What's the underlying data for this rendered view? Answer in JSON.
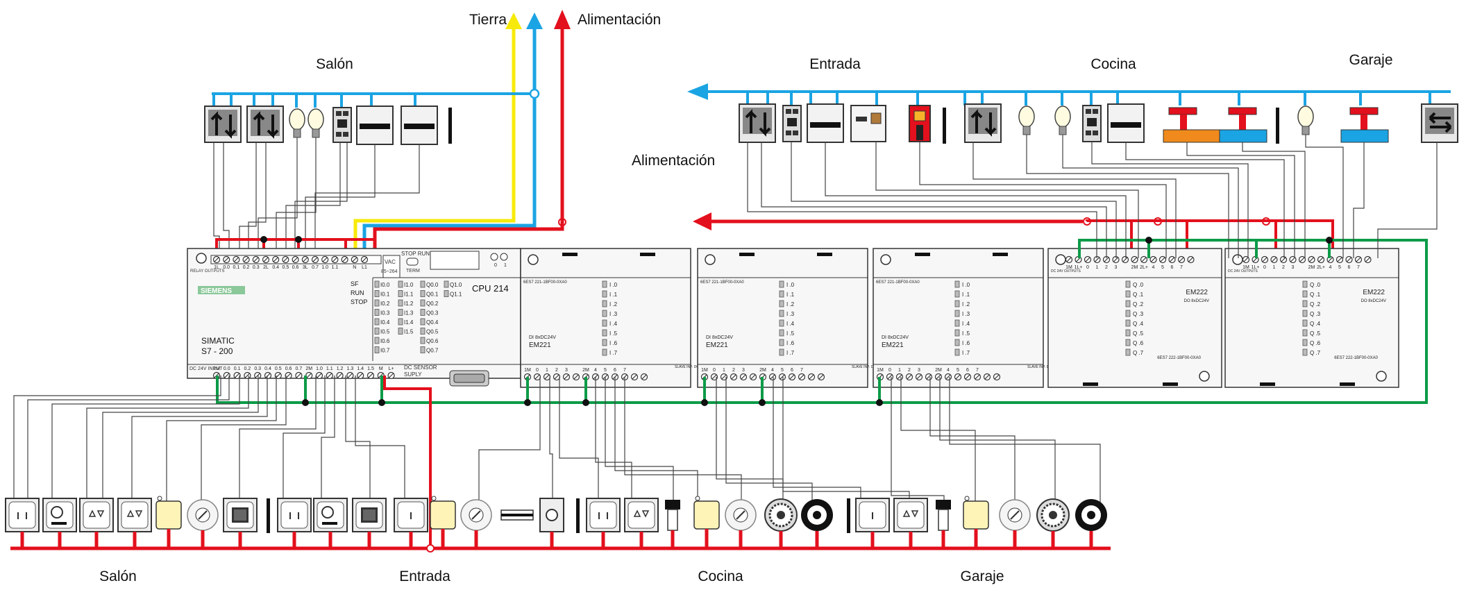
{
  "supply": {
    "tierra": "Tierra",
    "alimentacion_top": "Alimentación",
    "alimentacion_right": "Alimentación"
  },
  "zones_top": {
    "salon": "Salón",
    "entrada": "Entrada",
    "cocina": "Cocina",
    "garaje": "Garaje"
  },
  "zones_bottom": {
    "salon": "Salón",
    "entrada": "Entrada",
    "cocina": "Cocina",
    "garaje": "Garaje"
  },
  "cpu": {
    "brand": "SIEMENS",
    "model_line1": "SIMATIC",
    "model_line2": "S7 - 200",
    "name": "CPU  214",
    "relay_outputs": "RELAY OUTPUTS",
    "vac": "VAC",
    "vac_range": "85~264",
    "stop_run": "STOP RUN",
    "term": "TERM",
    "sf": "SF",
    "run": "RUN",
    "stop": "STOP",
    "dc24v_input": "DC 24V INPUT",
    "dc_sensor": "DC SENSOR",
    "supply": "SUPLY",
    "top_terminals": [
      "1L",
      "0.0",
      "0.1",
      "0.2",
      "0.3",
      "2L",
      "0.4",
      "0.5",
      "0.6",
      "3L",
      "0.7",
      "1.0",
      "1.1",
      "",
      "N",
      "L1"
    ],
    "bottom_terminals": [
      "1M",
      "0.0",
      "0.1",
      "0.2",
      "0.3",
      "0.4",
      "0.5",
      "0.6",
      "0.7",
      "2M",
      "1.0",
      "1.1",
      "1.2",
      "1.3",
      "1.4",
      "1.5",
      "M",
      "L+"
    ],
    "inputs_a": [
      "I0.0",
      "I0.1",
      "I0.2",
      "I0.3",
      "I0.4",
      "I0.5",
      "I0.6",
      "I0.7"
    ],
    "inputs_b": [
      "I1.0",
      "I1.1",
      "I1.2",
      "I1.3",
      "I1.4",
      "I1.5"
    ],
    "outputs_a": [
      "Q0.0",
      "Q0.1",
      "Q0.2",
      "Q0.3",
      "Q0.4",
      "Q0.5",
      "Q0.6",
      "Q0.7"
    ],
    "outputs_b": [
      "Q1.0",
      "Q1.1"
    ],
    "pot": [
      "0",
      "1"
    ]
  },
  "em221": {
    "order": "6ES7  221-1BF00-0XA0",
    "type": "DI 8xDC24V",
    "name": "EM221",
    "labels": [
      "I .0",
      "I .1",
      "I .2",
      "I .3",
      "I .4",
      "I .5",
      "I .6",
      "I .7"
    ],
    "terminals": [
      "1M",
      "0",
      "1",
      "2",
      "3",
      "",
      "2M",
      "4",
      "5",
      "6",
      "7",
      "",
      ""
    ],
    "corner": "SLAVE  INP. DC"
  },
  "em222": {
    "order": "6ES7  222-1BF00-0XA0",
    "type": "DO 8xDC24V",
    "name": "EM222",
    "labels": [
      "Q .0",
      "Q .1",
      "Q .2",
      "Q .3",
      "Q .4",
      "Q .5",
      "Q .6",
      "Q .7"
    ],
    "terminals": [
      "1M",
      "1L+",
      "0",
      "1",
      "2",
      "3",
      "",
      "2M",
      "2L+",
      "4",
      "5",
      "6",
      "7",
      ""
    ],
    "corner": "DC 24V OUTPUTS"
  },
  "colors": {
    "earth": "#f7ea0a",
    "neutral": "#1ba4e3",
    "live": "#e3101d",
    "bus": "#0d9b48",
    "wire": "#444444",
    "device_fill": "#f4f4f4",
    "switch_fill": "#fff4b8",
    "valve_red": "#e3101d",
    "valve_orange": "#f08a1c",
    "valve_blue": "#1ba4e3"
  },
  "icons": [
    "blind-motor-icon",
    "lamp-icon",
    "contactor-icon",
    "heater-icon",
    "alarm-siren-icon",
    "valve-icon",
    "limit-switch-icon",
    "thermostat-icon",
    "dimmer-icon",
    "presence-sensor-icon",
    "photocell-icon",
    "smoke-detector-icon",
    "fan-icon",
    "keyswitch-icon"
  ]
}
